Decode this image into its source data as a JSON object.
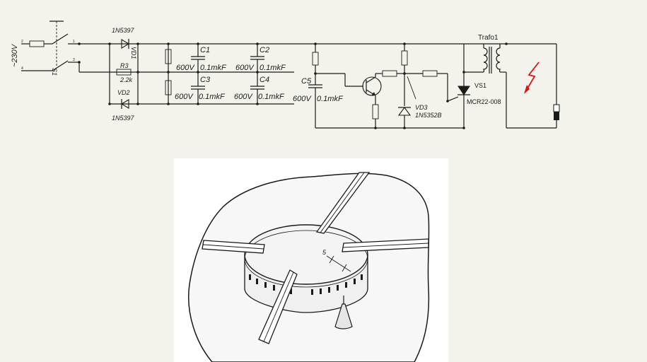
{
  "schematic": {
    "mains_label": "~230V",
    "switch_label": "S1",
    "switch_terminal_left_top": "2",
    "switch_terminal_left_bottom": "4",
    "switch_terminal_right_top": "1",
    "switch_terminal_right_bottom": "3",
    "vd1_type": "1N5397",
    "vd1_label": "VD1",
    "vd2_label": "VD2",
    "vd2_type": "1N5397",
    "r3_label": "R3",
    "r3_value": "2.2k",
    "c1_label": "C1",
    "c1_value_v": "600V",
    "c1_value_c": "0.1mkF",
    "c2_label": "C2",
    "c2_value_v": "600V",
    "c2_value_c": "0.1mkF",
    "c3_label": "C3",
    "c3_value_v": "600V",
    "c3_value_c": "0.1mkF",
    "c4_label": "C4",
    "c4_value_v": "600V",
    "c4_value_c": "0.1mkF",
    "c5_label": "C5",
    "c5_value_v": "600V",
    "c5_value_c": "0.1mkF",
    "vd3_label": "VD3",
    "vd3_type": "1N5352B",
    "trafo_label": "Trafo1",
    "vs1_label": "VS1",
    "vs1_type": "MCR22-008"
  },
  "burner": {
    "gap_label": "5"
  },
  "colors": {
    "background": "#f3f3ec",
    "ink": "#1a1a1a",
    "spark": "#e01010"
  }
}
